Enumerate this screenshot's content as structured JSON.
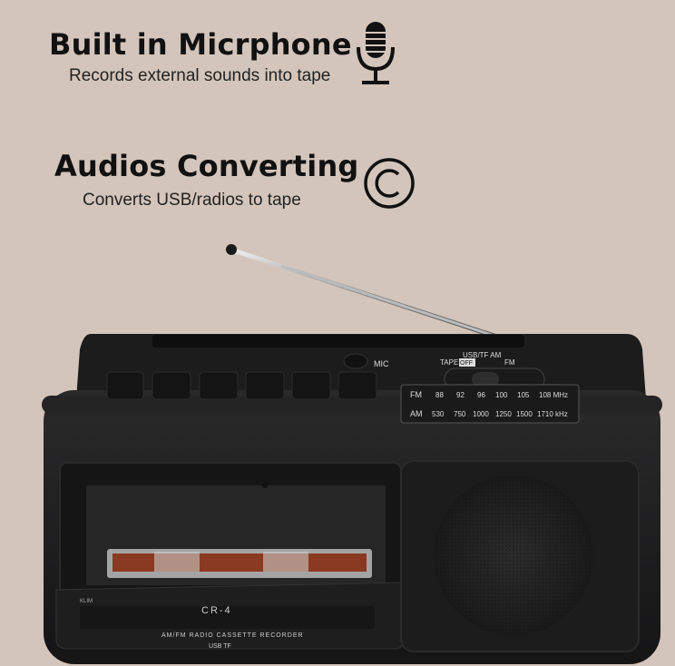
{
  "feature1": {
    "title": "Built in Micrphone",
    "subtitle": "Records external sounds into tape",
    "icon": "microphone-icon"
  },
  "feature2": {
    "title": "Audios Converting",
    "subtitle": "Converts USB/radios to tape",
    "icon": "copyright-icon"
  },
  "device": {
    "mic_label": "MIC",
    "switch_top_label": "USB/TF AM",
    "switch_tape_label": "TAPE",
    "switch_off_label": "OFF",
    "switch_fm_label": "FM",
    "fm_label": "FM",
    "fm_scale": [
      "88",
      "92",
      "96",
      "100",
      "105",
      "108 MHz"
    ],
    "am_label": "AM",
    "am_scale": [
      "530",
      "750",
      "1000",
      "1250",
      "1500",
      "1710 kHz"
    ],
    "brand": "KLIM",
    "model": "CR-4",
    "front_label": "AM/FM RADIO CASSETTE RECORDER",
    "ports_label": "USB TF",
    "colors": {
      "body": "#1e1e1f",
      "background": "#d3c5bb",
      "tape": "#8a3a20"
    }
  }
}
